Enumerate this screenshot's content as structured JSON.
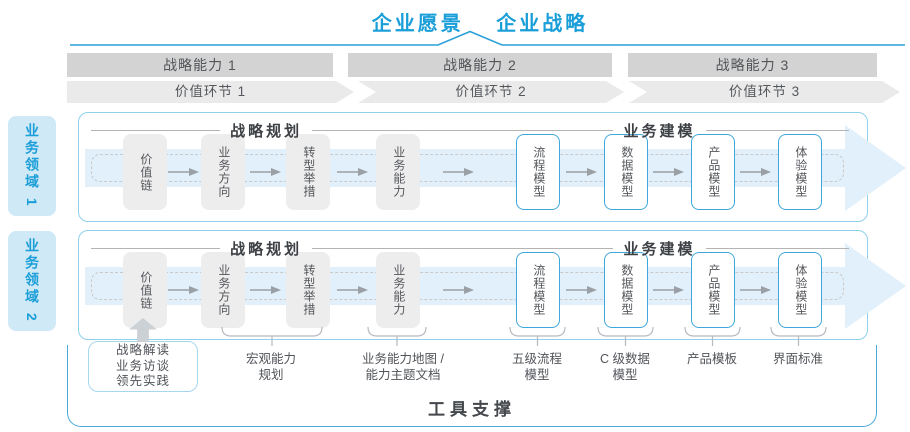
{
  "title": {
    "vision": "企业愿景",
    "strategy": "企业战略"
  },
  "strategic_capabilities": [
    "战略能力 1",
    "战略能力 2",
    "战略能力 3"
  ],
  "value_links": [
    "价值环节 1",
    "价值环节 2",
    "价值环节 3"
  ],
  "business_domains": [
    "业务领域 1",
    "业务领域 2"
  ],
  "phase_headers": {
    "planning": "战略规划",
    "modeling": "业务建模"
  },
  "planning_boxes": [
    "价值链",
    "业务方向",
    "转型举措",
    "业务能力"
  ],
  "modeling_boxes": [
    "流程模型",
    "数据模型",
    "产品模型",
    "体验模型"
  ],
  "annotations": {
    "practice_box_lines": [
      "战略解读",
      "业务访谈",
      "领先实践"
    ],
    "macro_capability": [
      "宏观能力",
      "规划"
    ],
    "capability_map": [
      "业务能力地图 /",
      "能力主题文档"
    ],
    "process_model": [
      "五级流程",
      "模型"
    ],
    "data_model": [
      "C 级数据",
      "模型"
    ],
    "product_template": [
      "产品模板"
    ],
    "ui_standard": [
      "界面标准"
    ]
  },
  "footer": {
    "label": "工具支撑"
  },
  "colors": {
    "accent_blue": "#1a9ed8",
    "lane_border": "#8fd0ec",
    "band_blue": "#e1f0fa",
    "bar_gray": "#d3d3d3",
    "chevron_gray": "#eaeaea",
    "box_gray": "#ededee",
    "blue_box_border": "#3fa7db",
    "domain_bg": "#cfe9f7"
  }
}
